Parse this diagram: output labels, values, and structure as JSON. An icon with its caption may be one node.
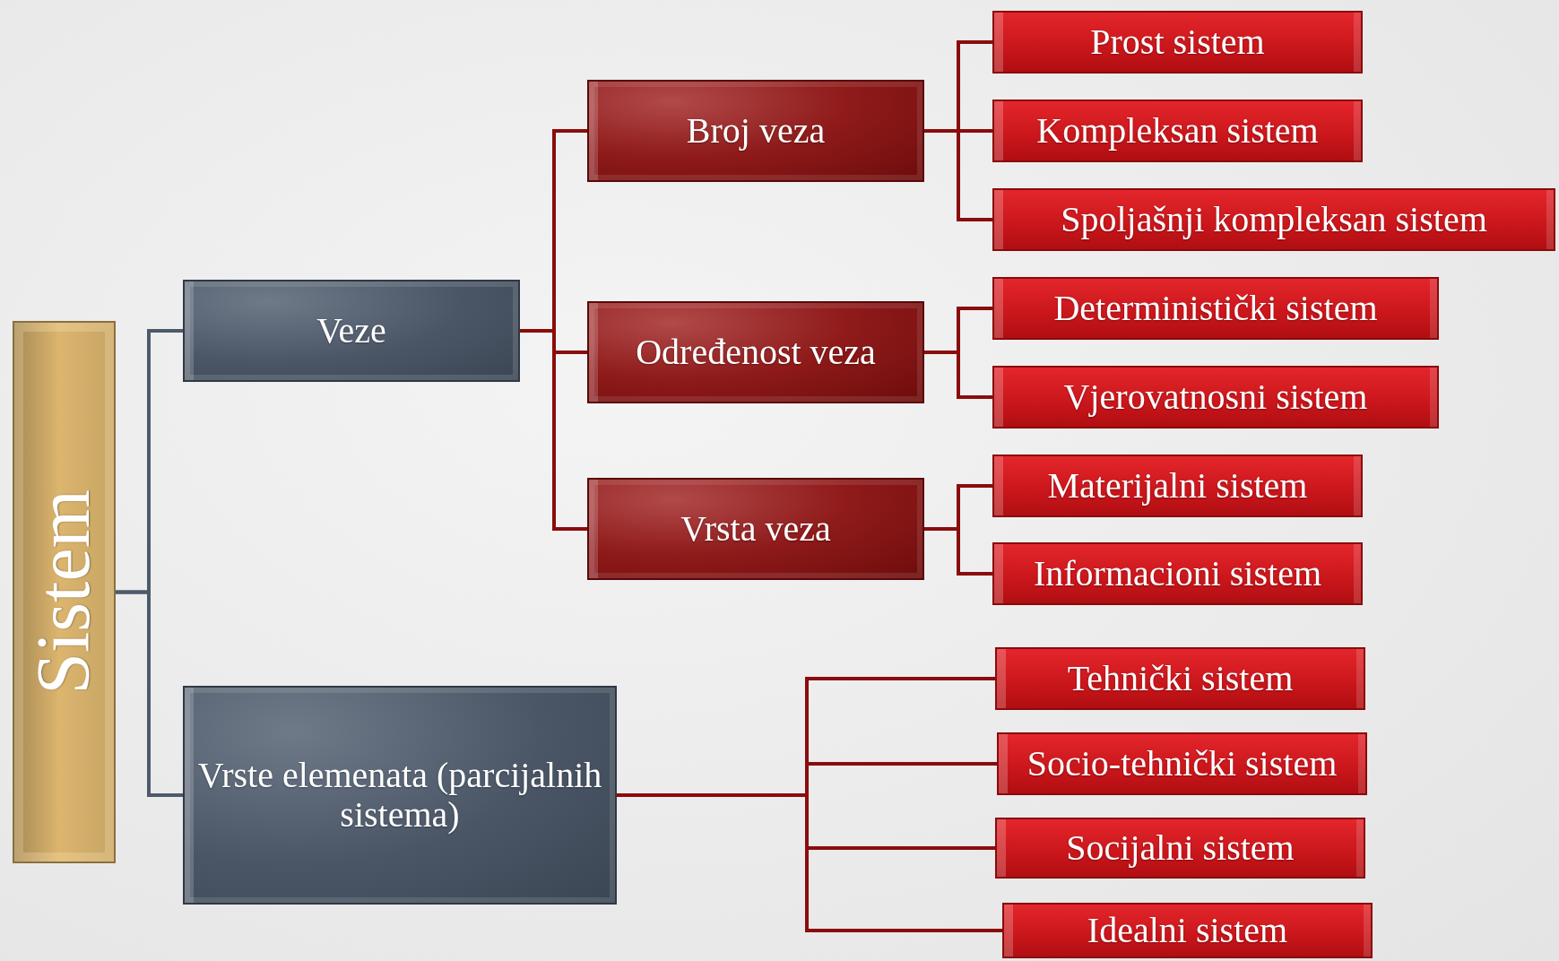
{
  "diagram": {
    "nodes": [
      {
        "text": [
          "Sistem"
        ]
      },
      {
        "text": [
          "Veze"
        ]
      },
      {
        "text": [
          "Vrste elemenata (parcijalnih sistema)"
        ]
      },
      {
        "text": [
          "Broj veza"
        ]
      },
      {
        "text": [
          "Određenost veza"
        ]
      },
      {
        "text": [
          "Vrsta veza"
        ]
      },
      {
        "text": [
          "Prost sistem"
        ]
      },
      {
        "text": [
          "Kompleksan sistem"
        ]
      },
      {
        "text": [
          "Spoljašnji kompleksan sistem"
        ]
      },
      {
        "text": [
          "Deterministički sistem"
        ]
      },
      {
        "text": [
          "Vjerovatnosni sistem"
        ]
      },
      {
        "text": [
          "Materijalni sistem"
        ]
      },
      {
        "text": [
          "Informacioni sistem"
        ]
      },
      {
        "text": [
          "Tehnički sistem"
        ]
      },
      {
        "text": [
          "Socio-tehnički sistem"
        ]
      },
      {
        "text": [
          "Socijalni sistem"
        ]
      },
      {
        "text": [
          "Idealni sistem"
        ]
      }
    ],
    "edges": [
      {
        "from": 0,
        "to": 1,
        "arrow": "none",
        "color": "#4d5a6b"
      },
      {
        "from": 0,
        "to": 2,
        "arrow": "none",
        "color": "#4d5a6b"
      },
      {
        "from": 1,
        "to": 3,
        "arrow": "none"
      },
      {
        "from": 1,
        "to": 4,
        "arrow": "none"
      },
      {
        "from": 1,
        "to": 5,
        "arrow": "none"
      },
      {
        "from": 3,
        "to": 6,
        "arrow": "none"
      },
      {
        "from": 3,
        "to": 7,
        "arrow": "none"
      },
      {
        "from": 3,
        "to": 8,
        "arrow": "none"
      },
      {
        "from": 4,
        "to": 9,
        "arrow": "none"
      },
      {
        "from": 4,
        "to": 10,
        "arrow": "none"
      },
      {
        "from": 5,
        "to": 11,
        "arrow": "none"
      },
      {
        "from": 5,
        "to": 12,
        "arrow": "none"
      },
      {
        "from": 2,
        "to": 13,
        "arrow": "none"
      },
      {
        "from": 2,
        "to": 14,
        "arrow": "none"
      },
      {
        "from": 2,
        "to": 15,
        "arrow": "none"
      },
      {
        "from": 2,
        "to": 16,
        "arrow": "none"
      }
    ]
  }
}
